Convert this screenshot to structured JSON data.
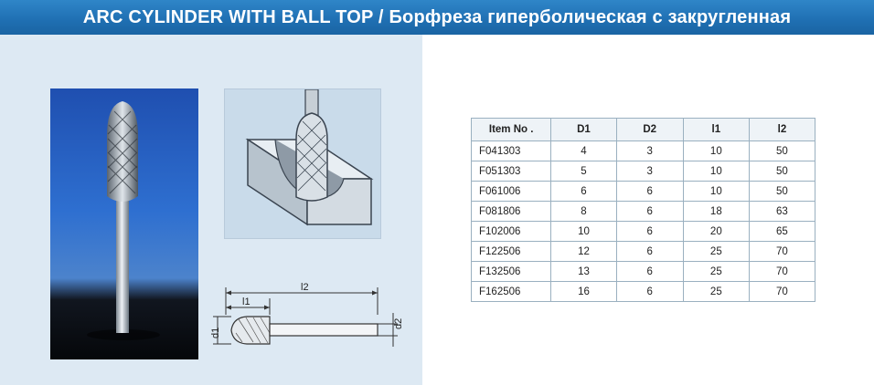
{
  "header": {
    "title": "ARC CYLINDER WITH BALL TOP / Борфреза гиперболическая с закругленная"
  },
  "drawing": {
    "labels": {
      "l1": "l1",
      "l2": "l2",
      "d1": "d1",
      "d2": "d2"
    }
  },
  "table": {
    "columns": [
      "Item No .",
      "D1",
      "D2",
      "l1",
      "l2"
    ],
    "rows": [
      [
        "F041303",
        "4",
        "3",
        "10",
        "50"
      ],
      [
        "F051303",
        "5",
        "3",
        "10",
        "50"
      ],
      [
        "F061006",
        "6",
        "6",
        "10",
        "50"
      ],
      [
        "F081806",
        "8",
        "6",
        "18",
        "63"
      ],
      [
        "F102006",
        "10",
        "6",
        "20",
        "65"
      ],
      [
        "F122506",
        "12",
        "6",
        "25",
        "70"
      ],
      [
        "F132506",
        "13",
        "6",
        "25",
        "70"
      ],
      [
        "F162506",
        "16",
        "6",
        "25",
        "70"
      ]
    ]
  },
  "colors": {
    "header_bg": "#1f6fb2",
    "panel_bg": "#dde9f3",
    "photo_bg": "#2e6fd0"
  }
}
